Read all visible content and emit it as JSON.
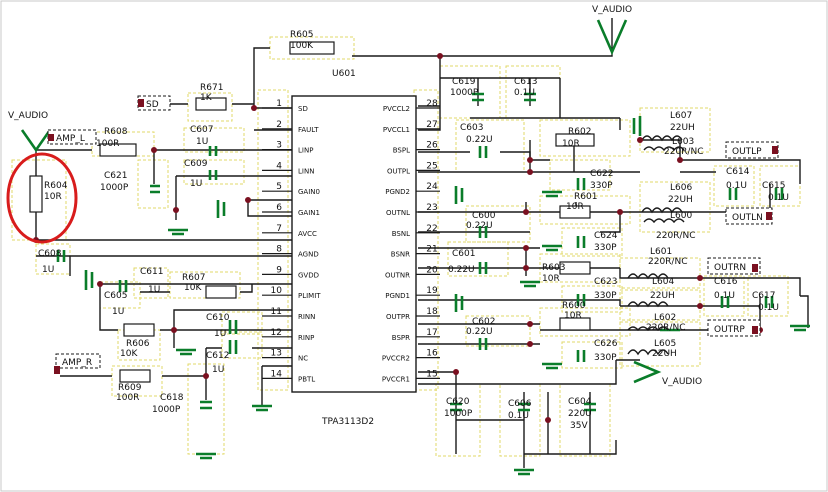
{
  "colors": {
    "wire": "#1a1a1a",
    "ground": "#0a7d2a",
    "outline": "#e2d96a",
    "highlight": "#d81c1c",
    "node": "#7a1020"
  },
  "rails": {
    "top": "V_AUDIO",
    "left": "V_AUDIO",
    "right": "V_AUDIO"
  },
  "chip": {
    "ref": "U601",
    "part": "TPA3113D2",
    "left_pins": [
      {
        "n": "1",
        "name": "SD"
      },
      {
        "n": "2",
        "name": "FAULT"
      },
      {
        "n": "3",
        "name": "LINP"
      },
      {
        "n": "4",
        "name": "LINN"
      },
      {
        "n": "5",
        "name": "GAIN0"
      },
      {
        "n": "6",
        "name": "GAIN1"
      },
      {
        "n": "7",
        "name": "AVCC"
      },
      {
        "n": "8",
        "name": "AGND"
      },
      {
        "n": "9",
        "name": "GVDD"
      },
      {
        "n": "10",
        "name": "PLIMIT"
      },
      {
        "n": "11",
        "name": "RINN"
      },
      {
        "n": "12",
        "name": "RINP"
      },
      {
        "n": "13",
        "name": "NC"
      },
      {
        "n": "14",
        "name": "PBTL"
      }
    ],
    "right_pins": [
      {
        "n": "28",
        "name": "PVCCL2"
      },
      {
        "n": "27",
        "name": "PVCCL1"
      },
      {
        "n": "26",
        "name": "BSPL"
      },
      {
        "n": "25",
        "name": "OUTPL"
      },
      {
        "n": "24",
        "name": "PGND2"
      },
      {
        "n": "23",
        "name": "OUTNL"
      },
      {
        "n": "22",
        "name": "BSNL"
      },
      {
        "n": "21",
        "name": "BSNR"
      },
      {
        "n": "20",
        "name": "OUTNR"
      },
      {
        "n": "19",
        "name": "PGND1"
      },
      {
        "n": "18",
        "name": "OUTPR"
      },
      {
        "n": "17",
        "name": "BSPR"
      },
      {
        "n": "16",
        "name": "PVCCR2"
      },
      {
        "n": "15",
        "name": "PVCCR1"
      }
    ]
  },
  "nets": {
    "sd": "SD",
    "amp_l": "AMP_L",
    "amp_r": "AMP_R",
    "outlp": "OUTLP",
    "outln": "OUTLN",
    "outrn": "OUTRN",
    "outrp": "OUTRP"
  },
  "parts": {
    "r605": {
      "ref": "R605",
      "val": "100K"
    },
    "r671": {
      "ref": "R671",
      "val": "1K"
    },
    "r608": {
      "ref": "R608",
      "val": "100R"
    },
    "r604": {
      "ref": "R604",
      "val": "10R"
    },
    "c607": {
      "ref": "C607",
      "val": "1U"
    },
    "c609": {
      "ref": "C609",
      "val": "1U"
    },
    "c621": {
      "ref": "C621",
      "val": "1000P"
    },
    "c608": {
      "ref": "C608",
      "val": "1U"
    },
    "c611": {
      "ref": "C611",
      "val": "1U"
    },
    "c605": {
      "ref": "C605",
      "val": "1U"
    },
    "r607": {
      "ref": "R607",
      "val": "10K"
    },
    "r606": {
      "ref": "R606",
      "val": "10K"
    },
    "c610": {
      "ref": "C610",
      "val": "1U"
    },
    "c612": {
      "ref": "C612",
      "val": "1U"
    },
    "r609": {
      "ref": "R609",
      "val": "100R"
    },
    "c618": {
      "ref": "C618",
      "val": "1000P"
    },
    "c619": {
      "ref": "C619",
      "val": "1000P"
    },
    "c613": {
      "ref": "C613",
      "val": "0.1U"
    },
    "c603": {
      "ref": "C603",
      "val": "0.22U"
    },
    "r602": {
      "ref": "R602",
      "val": "10R"
    },
    "c622": {
      "ref": "C622",
      "val": "330P"
    },
    "c600": {
      "ref": "C600",
      "val": "0.22U"
    },
    "r601": {
      "ref": "R601",
      "val": "10R"
    },
    "c624": {
      "ref": "C624",
      "val": "330P"
    },
    "c601": {
      "ref": "C601",
      "val": "0.22U"
    },
    "r603": {
      "ref": "R603",
      "val": "10R"
    },
    "c623": {
      "ref": "C623",
      "val": "330P"
    },
    "c602": {
      "ref": "C602",
      "val": "0.22U"
    },
    "r600": {
      "ref": "R600",
      "val": "10R"
    },
    "c626": {
      "ref": "C626",
      "val": "330P"
    },
    "c620": {
      "ref": "C620",
      "val": "1000P"
    },
    "c606": {
      "ref": "C606",
      "val": "0.1U"
    },
    "c604": {
      "ref": "C604",
      "val": "220U",
      "v2": "35V"
    },
    "l607": {
      "ref": "L607",
      "val": "22UH"
    },
    "l603": {
      "ref": "L603",
      "val": "220R/NC"
    },
    "c614": {
      "ref": "C614",
      "val": "0.1U"
    },
    "c615": {
      "ref": "C615",
      "val": "0.1U"
    },
    "l606": {
      "ref": "L606",
      "val": "22UH"
    },
    "l600": {
      "ref": "L600",
      "val": "220R/NC"
    },
    "l601": {
      "ref": "L601",
      "val": "220R/NC"
    },
    "l604": {
      "ref": "L604",
      "val": "22UH"
    },
    "c616": {
      "ref": "C616",
      "val": "0.1U"
    },
    "c617": {
      "ref": "C617",
      "val": "0.1U"
    },
    "l602": {
      "ref": "L602",
      "val": "220R/NC"
    },
    "l605": {
      "ref": "L605",
      "val": "22UH"
    }
  }
}
